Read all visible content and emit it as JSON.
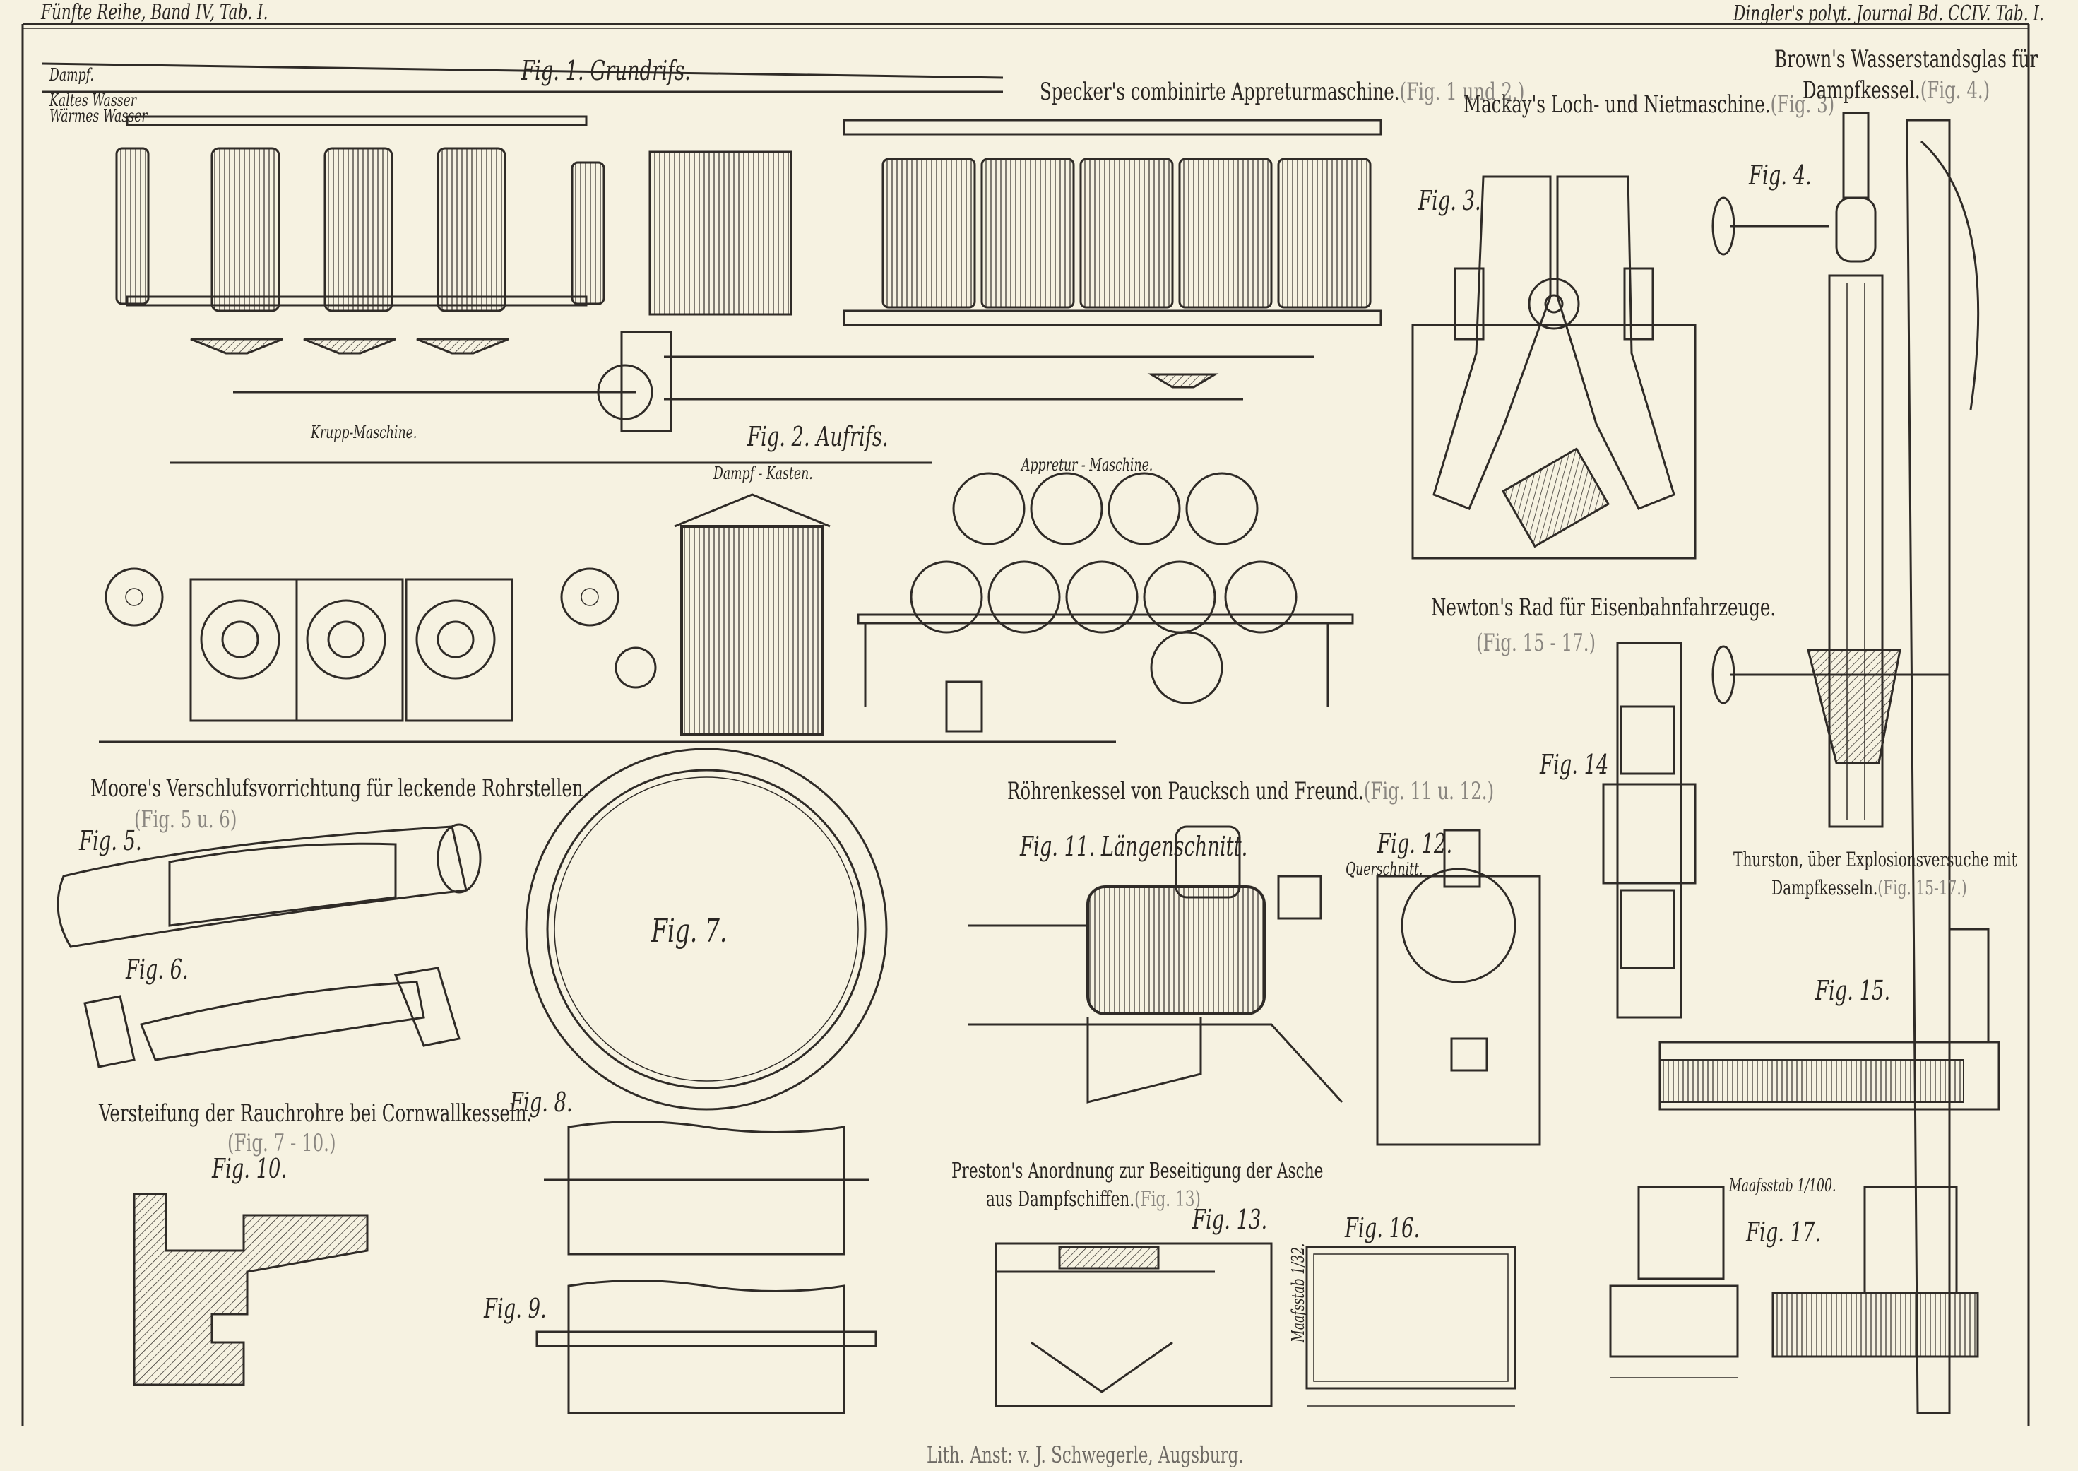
{
  "header": {
    "left": "Fünfte Reihe, Band IV, Tab. I.",
    "right": "Dingler's polyt. Journal Bd. CCIV. Tab. I."
  },
  "footer": "Lith. Anst: v. J. Schwegerle, Augsburg.",
  "sections": {
    "specker": {
      "title": "Specker's combinirte Appreturmaschine.",
      "ref": "(Fig. 1 und 2.)"
    },
    "mackay": {
      "title": "Mackay's Loch- und Nietmaschine.",
      "ref": "(Fig. 3)"
    },
    "brown": {
      "title1": "Brown's Wasserstandsglas für",
      "title2": "Dampfkessel.",
      "ref": "(Fig. 4.)"
    },
    "newton": {
      "title": "Newton's Rad für Eisenbahnfahrzeuge.",
      "ref": "(Fig. 15 - 17.)"
    },
    "moore": {
      "title": "Moore's Verschlufsvorrichtung für leckende Rohrstellen.",
      "ref": "(Fig. 5 u. 6)"
    },
    "paucksch": {
      "title": "Röhrenkessel von Paucksch und Freund.",
      "ref": "(Fig. 11 u. 12.)"
    },
    "thurston": {
      "title1": "Thurston, über Explosionsversuche mit",
      "title2": "Dampfkesseln.",
      "ref": "(Fig. 15-17.)"
    },
    "versteifung": {
      "title": "Versteifung der Rauchrohre bei Cornwallkesseln.",
      "ref": "(Fig. 7 - 10.)"
    },
    "preston": {
      "title1": "Preston's Anordnung zur Beseitigung der Asche",
      "title2": "aus Dampfschiffen.",
      "ref": "(Fig. 13)"
    }
  },
  "figures": {
    "fig1": "Fig. 1. Grundrifs.",
    "fig2": "Fig. 2. Aufrifs.",
    "fig3": "Fig. 3.",
    "fig4": "Fig. 4.",
    "fig5": "Fig. 5.",
    "fig6": "Fig. 6.",
    "fig7": "Fig. 7.",
    "fig8": "Fig. 8.",
    "fig9": "Fig. 9.",
    "fig10": "Fig. 10.",
    "fig11": "Fig. 11. Längenschnitt.",
    "fig12": "Fig. 12.",
    "fig12_sub": "Querschnitt.",
    "fig13": "Fig. 13.",
    "fig14": "Fig. 14",
    "fig15": "Fig. 15.",
    "fig16": "Fig. 16.",
    "fig17": "Fig. 17."
  },
  "annotations": {
    "krupp": "Krupp-Maschine.",
    "appretur": "Appretur - Maschine.",
    "dampfkasten": "Dampf - Kasten.",
    "dampf": "Dampf.",
    "kaltes": "Kaltes Wasser",
    "warmes": "Wärmes Wasser",
    "massstab": "Maafsstab 1/100.",
    "massstab16": "Maafsstab 1/32."
  }
}
